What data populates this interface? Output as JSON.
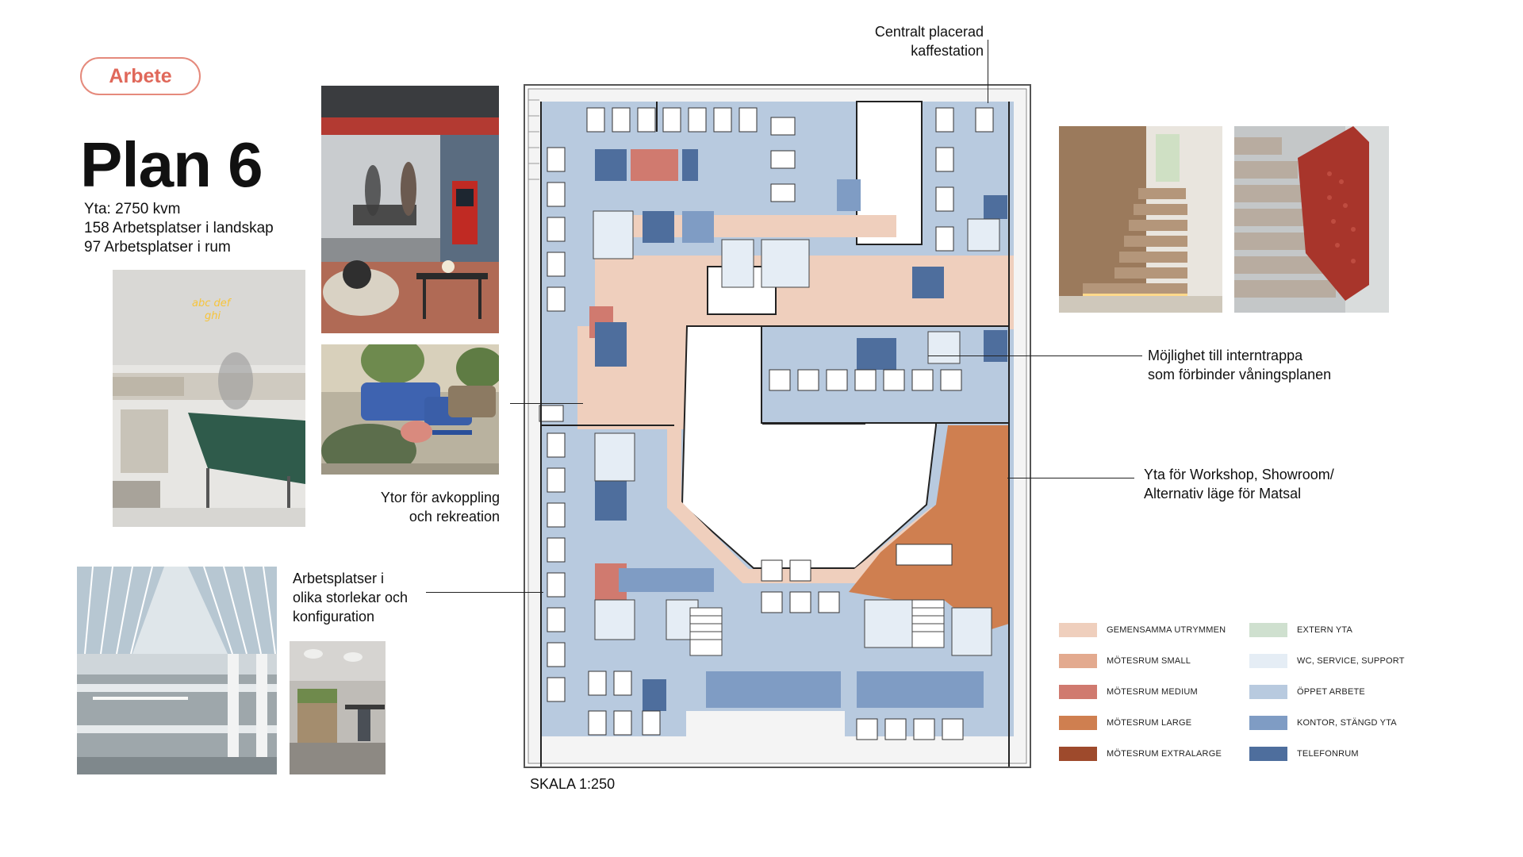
{
  "header": {
    "tag": "Arbete",
    "title": "Plan 6"
  },
  "stats": [
    "Yta: 2750 kvm",
    "158 Arbetsplatser i landskap",
    "97 Arbetsplatser i rum"
  ],
  "callouts": {
    "coffee": [
      "Centralt placerad",
      "kaffestation"
    ],
    "stair": [
      "Möjlighet till interntrappa",
      "som förbinder våningsplanen"
    ],
    "workshop": [
      "Yta för Workshop, Showroom/",
      "Alternativ läge för Matsal"
    ],
    "relax": [
      "Ytor för avkoppling",
      "och rekreation"
    ],
    "workplaces": [
      "Arbetsplatser i",
      "olika storlekar och",
      "konfiguration"
    ]
  },
  "scale_label": "SKALA 1:250",
  "legend": [
    {
      "label": "GEMENSAMMA UTRYMMEN",
      "color": "#efcfbd"
    },
    {
      "label": "MÖTESRUM SMALL",
      "color": "#e3aa8f"
    },
    {
      "label": "MÖTESRUM MEDIUM",
      "color": "#d07a6f"
    },
    {
      "label": "MÖTESRUM LARGE",
      "color": "#cf7f50"
    },
    {
      "label": "MÖTESRUM EXTRALARGE",
      "color": "#9e4a2c"
    },
    {
      "label": "EXTERN YTA",
      "color": "#cfe0cf"
    },
    {
      "label": "WC, SERVICE, SUPPORT",
      "color": "#e5edf5"
    },
    {
      "label": "ÖPPET ARBETE",
      "color": "#b8cadf"
    },
    {
      "label": "KONTOR, STÄNGD YTA",
      "color": "#7f9cc4"
    },
    {
      "label": "TELEFONRUM",
      "color": "#4e6e9d"
    }
  ]
}
